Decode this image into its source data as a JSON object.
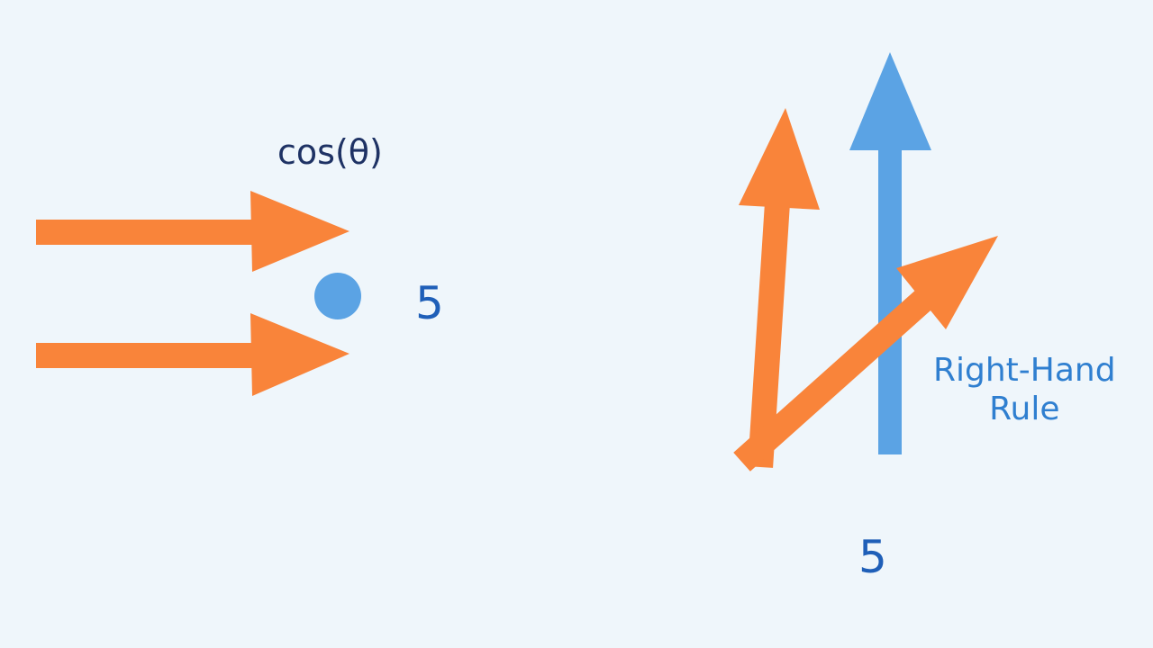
{
  "colors": {
    "background": "#eff6fb",
    "orange": "#f9843a",
    "blue": "#5ba3e4",
    "dark_navy": "#1e3264",
    "label_blue": "#1f5fb8",
    "rule_blue": "#2f7fd0"
  },
  "labels": {
    "cos_theta": "cos(θ)",
    "value_left": "5",
    "value_right": "5",
    "rule_line1": "Right-Hand",
    "rule_line2": "Rule"
  }
}
